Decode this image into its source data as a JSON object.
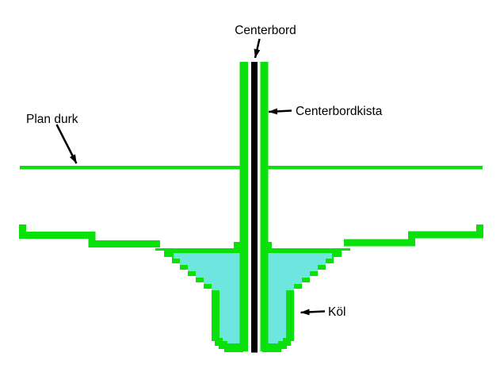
{
  "diagram": {
    "labels": {
      "centerbord": "Centerbord",
      "centerbordkista": "Centerbordkista",
      "plan_durk": "Plan durk",
      "kol": "Köl"
    },
    "colors": {
      "structure_green": "#0ae10a",
      "keel_fill": "#6ee5de",
      "centerboard_black": "#000000",
      "annotation_black": "#000000",
      "background": "#ffffff"
    }
  }
}
